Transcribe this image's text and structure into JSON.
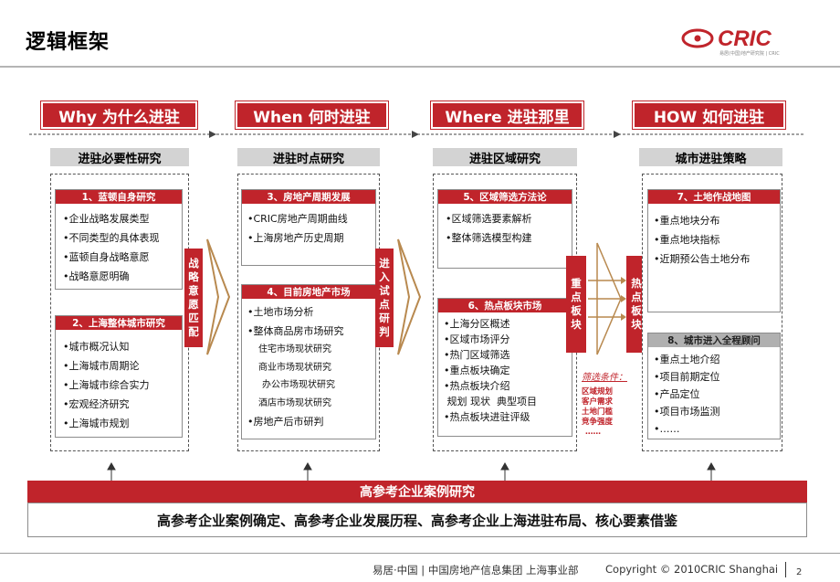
{
  "page_title": "逻辑框架",
  "logo_text": "CRIC",
  "logo_subtext": "易居(中国)地产研究院 | CRIC",
  "phases": [
    {
      "label": "Why 为什么进驻",
      "subhead": "进驻必要性研究"
    },
    {
      "label": "When 何时进驻",
      "subhead": "进驻时点研究"
    },
    {
      "label": "Where 进驻那里",
      "subhead": "进驻区域研究"
    },
    {
      "label": "HOW 如何进驻",
      "subhead": "城市进驻策略"
    }
  ],
  "col1": {
    "card1": {
      "title": "1、蓝顿自身研究",
      "items": [
        "•企业战略发展类型",
        "•不同类型的具体表现",
        "•蓝顿自身战略意愿",
        "•战略意愿明确"
      ]
    },
    "card2": {
      "title": "2、上海整体城市研究",
      "items": [
        "•城市概况认知",
        "•上海城市周期论",
        "•上海城市综合实力",
        "•宏观经济研究",
        "•上海城市规划"
      ]
    },
    "side_label": [
      "战",
      "略",
      "意",
      "愿",
      "匹",
      "配"
    ]
  },
  "col2": {
    "card3": {
      "title": "3、房地产周期发展",
      "items": [
        "•CRIC房地产周期曲线",
        "•上海房地产历史周期"
      ]
    },
    "card4": {
      "title": "4、目前房地产市场",
      "items": [
        "•土地市场分析",
        "•整体商品房市场研究"
      ],
      "sub_items": [
        "住宅市场现状研究",
        "商业市场现状研究",
        "办公市场现状研究",
        "酒店市场现状研究"
      ],
      "last_item": "•房地产后市研判"
    },
    "side_label": [
      "进",
      "入",
      "试",
      "点",
      "研",
      "判"
    ]
  },
  "col3": {
    "card5": {
      "title": "5、区域筛选方法论",
      "items": [
        "•区域筛选要素解析",
        "•整体筛选模型构建"
      ]
    },
    "card6": {
      "title": "6、热点板块市场",
      "items": [
        "•上海分区概述",
        "•区域市场评分",
        "•热门区域筛选",
        "•重点板块确定",
        "•热点板块介绍",
        " 规划 现状  典型项目",
        "•热点板块进驻评级"
      ]
    },
    "side_label": [
      "重",
      "点",
      "板",
      "块"
    ],
    "filter": {
      "title": "筛选条件：",
      "items": [
        "区域规划",
        "客户需求",
        "土地门槛",
        "竞争强度",
        "……"
      ]
    }
  },
  "col4": {
    "side_label": [
      "热",
      "点",
      "板",
      "块"
    ],
    "card7": {
      "title": "7、土地作战地图",
      "items": [
        "•重点地块分布",
        "•重点地块指标",
        "•近期预公告土地分布"
      ]
    },
    "card8": {
      "title": "8、城市进入全程顾问",
      "items": [
        "•重点土地介绍",
        "•项目前期定位",
        "•产品定位",
        "•项目市场监测",
        "•……"
      ]
    }
  },
  "bottom": {
    "title": "高参考企业案例研究",
    "body": "高参考企业案例确定、高参考企业发展历程、高参考企业上海进驻布局、核心要素借鉴"
  },
  "footer": {
    "left": "易居·中国 | 中国房地产信息集团  上海事业部",
    "copyright": "Copyright © 2010CRIC Shanghai",
    "page_number": "2"
  },
  "colors": {
    "accent": "#c0242b",
    "brown": "#b8894f",
    "grey_head": "#d3d3d3"
  }
}
